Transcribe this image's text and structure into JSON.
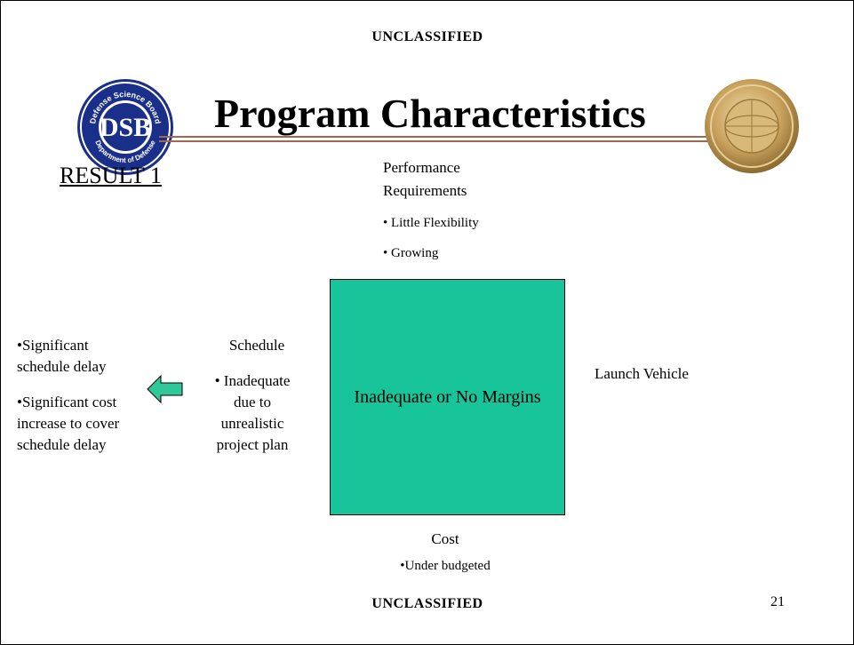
{
  "classification": {
    "top": "UNCLASSIFIED",
    "bottom": "UNCLASSIFIED"
  },
  "title": "Program Characteristics",
  "page_number": "21",
  "logos": {
    "left": {
      "name": "dsb-seal",
      "text_top": "Defense Science Board",
      "text_center": "DSB",
      "text_bottom": "Department of Defense"
    },
    "right": {
      "name": "gold-seal"
    }
  },
  "result_label": "RESULT 1",
  "performance": {
    "heading_line1": "Performance",
    "heading_line2": "Requirements",
    "bullet1": "• Little Flexibility",
    "bullet2": "• Growing"
  },
  "schedule": {
    "heading": "Schedule",
    "line1": "• Inadequate",
    "line2": "due to",
    "line3": "unrealistic",
    "line4": "project plan"
  },
  "center_box": {
    "label": "Inadequate or No Margins",
    "color": "#18c49a"
  },
  "launch_vehicle": "Launch Vehicle",
  "cost": {
    "heading": "Cost",
    "bullet": "•Under budgeted"
  },
  "consequences": {
    "item1_line1": "•Significant",
    "item1_line2": "schedule delay",
    "item2_line1": "•Significant cost",
    "item2_line2": "increase to cover",
    "item2_line3": "schedule delay"
  },
  "arrow_color": "#30c898"
}
